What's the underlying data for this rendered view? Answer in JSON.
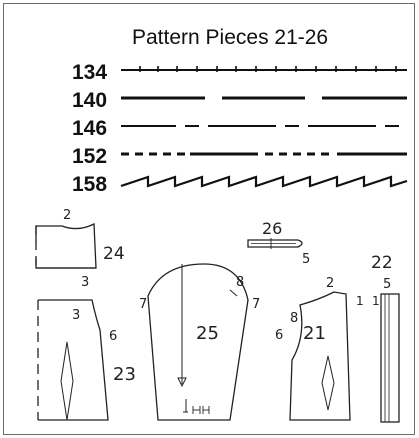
{
  "title": "Pattern Pieces 21-26",
  "size_legend": [
    {
      "size": "134",
      "line_style": "solid-with-tick-dots"
    },
    {
      "size": "140",
      "line_style": "long-dash-bold"
    },
    {
      "size": "146",
      "line_style": "medium-dash"
    },
    {
      "size": "152",
      "line_style": "short-dash-then-solid"
    },
    {
      "size": "158",
      "line_style": "zigzag"
    }
  ],
  "pieces": {
    "p24": {
      "number": "24",
      "marks": [
        "2",
        "3"
      ]
    },
    "p26": {
      "number": "26",
      "marks": [
        "5"
      ]
    },
    "p22": {
      "number": "22",
      "marks": [
        "5",
        "1",
        "1"
      ]
    },
    "p23": {
      "number": "23",
      "marks": [
        "3",
        "6"
      ]
    },
    "p25": {
      "number": "25",
      "marks": [
        "7",
        "8",
        "7"
      ]
    },
    "p21": {
      "number": "21",
      "marks": [
        "2",
        "8",
        "6"
      ]
    }
  },
  "colors": {
    "ink": "#111111",
    "border": "#6b6b6b"
  }
}
